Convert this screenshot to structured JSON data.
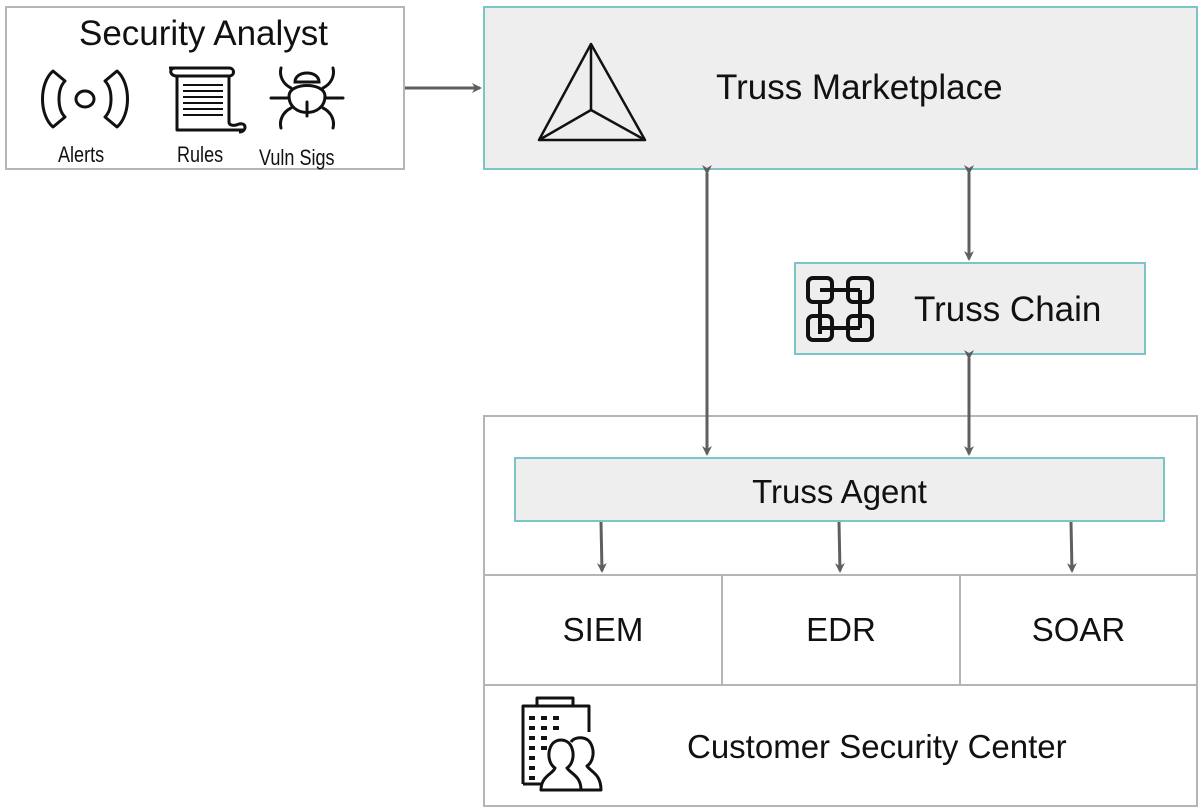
{
  "analyst": {
    "title": "Security Analyst",
    "items": [
      {
        "label": "Alerts",
        "icon": "alert-broadcast-icon"
      },
      {
        "label": "Rules",
        "icon": "scroll-icon"
      },
      {
        "label": "Vuln Sigs",
        "icon": "bug-icon"
      }
    ]
  },
  "marketplace": {
    "label": "Truss Marketplace",
    "icon": "pyramid-icon"
  },
  "chain": {
    "label": "Truss Chain",
    "icon": "blockchain-icon"
  },
  "agent": {
    "label": "Truss Agent"
  },
  "tools": [
    {
      "label": "SIEM"
    },
    {
      "label": "EDR"
    },
    {
      "label": "SOAR"
    }
  ],
  "customer": {
    "label": "Customer Security Center",
    "icon": "building-people-icon"
  },
  "colors": {
    "accent_border": "#7cc4c8",
    "box_fill": "#eeeeee",
    "arrow": "#5f5f5f",
    "outline": "#b5b5b5"
  }
}
